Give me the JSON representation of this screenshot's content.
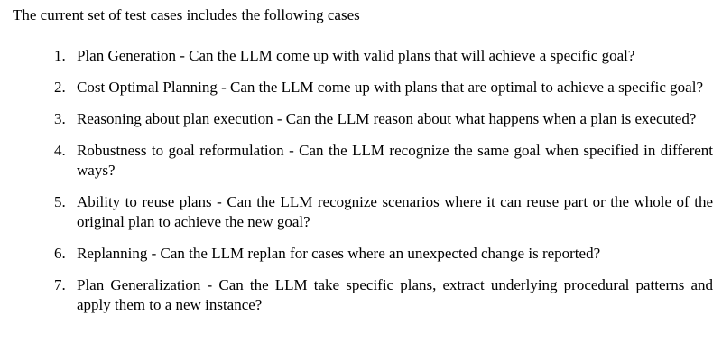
{
  "page": {
    "intro": "The current set of test cases includes the following cases",
    "list": [
      {
        "number": "1.",
        "text": "Plan Generation - Can the LLM come up with valid plans that will achieve a specific goal?"
      },
      {
        "number": "2.",
        "text": "Cost Optimal Planning - Can the LLM come up with plans that are optimal to achieve a specific goal?"
      },
      {
        "number": "3.",
        "text": "Reasoning about plan execution - Can the LLM reason about what happens when a plan is executed?"
      },
      {
        "number": "4.",
        "text": "Robustness to goal reformulation - Can the LLM recognize the same goal when specified in different ways?"
      },
      {
        "number": "5.",
        "text": "Ability to reuse plans - Can the LLM recognize scenarios where it can reuse part or the whole of the original plan to achieve the new goal?"
      },
      {
        "number": "6.",
        "text": "Replanning - Can the LLM replan for cases where an unexpected change is reported?"
      },
      {
        "number": "7.",
        "text": "Plan Generalization - Can the LLM take specific plans, extract underlying procedural patterns and apply them to a new instance?"
      }
    ]
  }
}
